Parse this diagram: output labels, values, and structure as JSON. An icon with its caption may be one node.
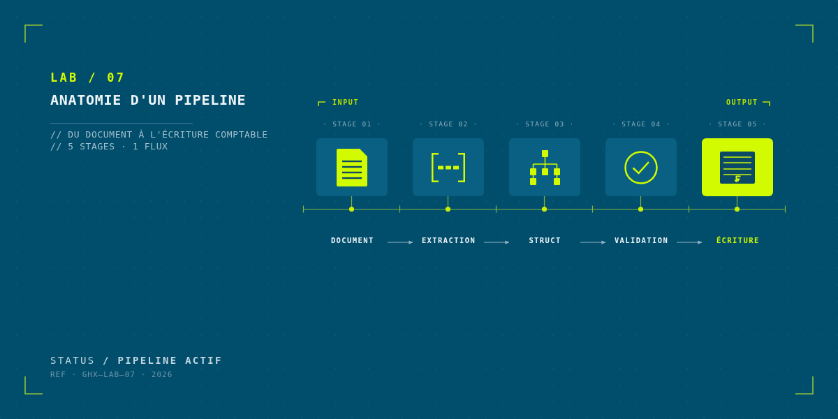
{
  "diagram": {
    "title": "ANATOMIE D'UN PIPELINE",
    "nodes": [
      {
        "text": [
          "· STAGE 01 ·",
          "DOCUMENT"
        ]
      },
      {
        "text": [
          "· STAGE 02 ·",
          "EXTRACTION"
        ]
      },
      {
        "text": [
          "· STAGE 03 ·",
          "STRUCT"
        ]
      },
      {
        "text": [
          "· STAGE 04 ·",
          "VALIDATION"
        ]
      },
      {
        "text": [
          "· STAGE 05 ·",
          "ÉCRITURE"
        ]
      }
    ],
    "edges": [
      {
        "from": 0,
        "to": 1,
        "arrow": "to"
      },
      {
        "from": 1,
        "to": 2,
        "arrow": "to"
      },
      {
        "from": 2,
        "to": 3,
        "arrow": "to"
      },
      {
        "from": 3,
        "to": 4,
        "arrow": "to"
      }
    ],
    "labels": [
      "LAB / 07",
      "// DU DOCUMENT À L'ÉCRITURE COMPTABLE",
      "// 5 STAGES · 1 FLUX",
      "INPUT",
      "OUTPUT",
      "STATUS **/ PIPELINE ACTIF**",
      "REF · GHX–LAB–07 · 2026"
    ]
  }
}
